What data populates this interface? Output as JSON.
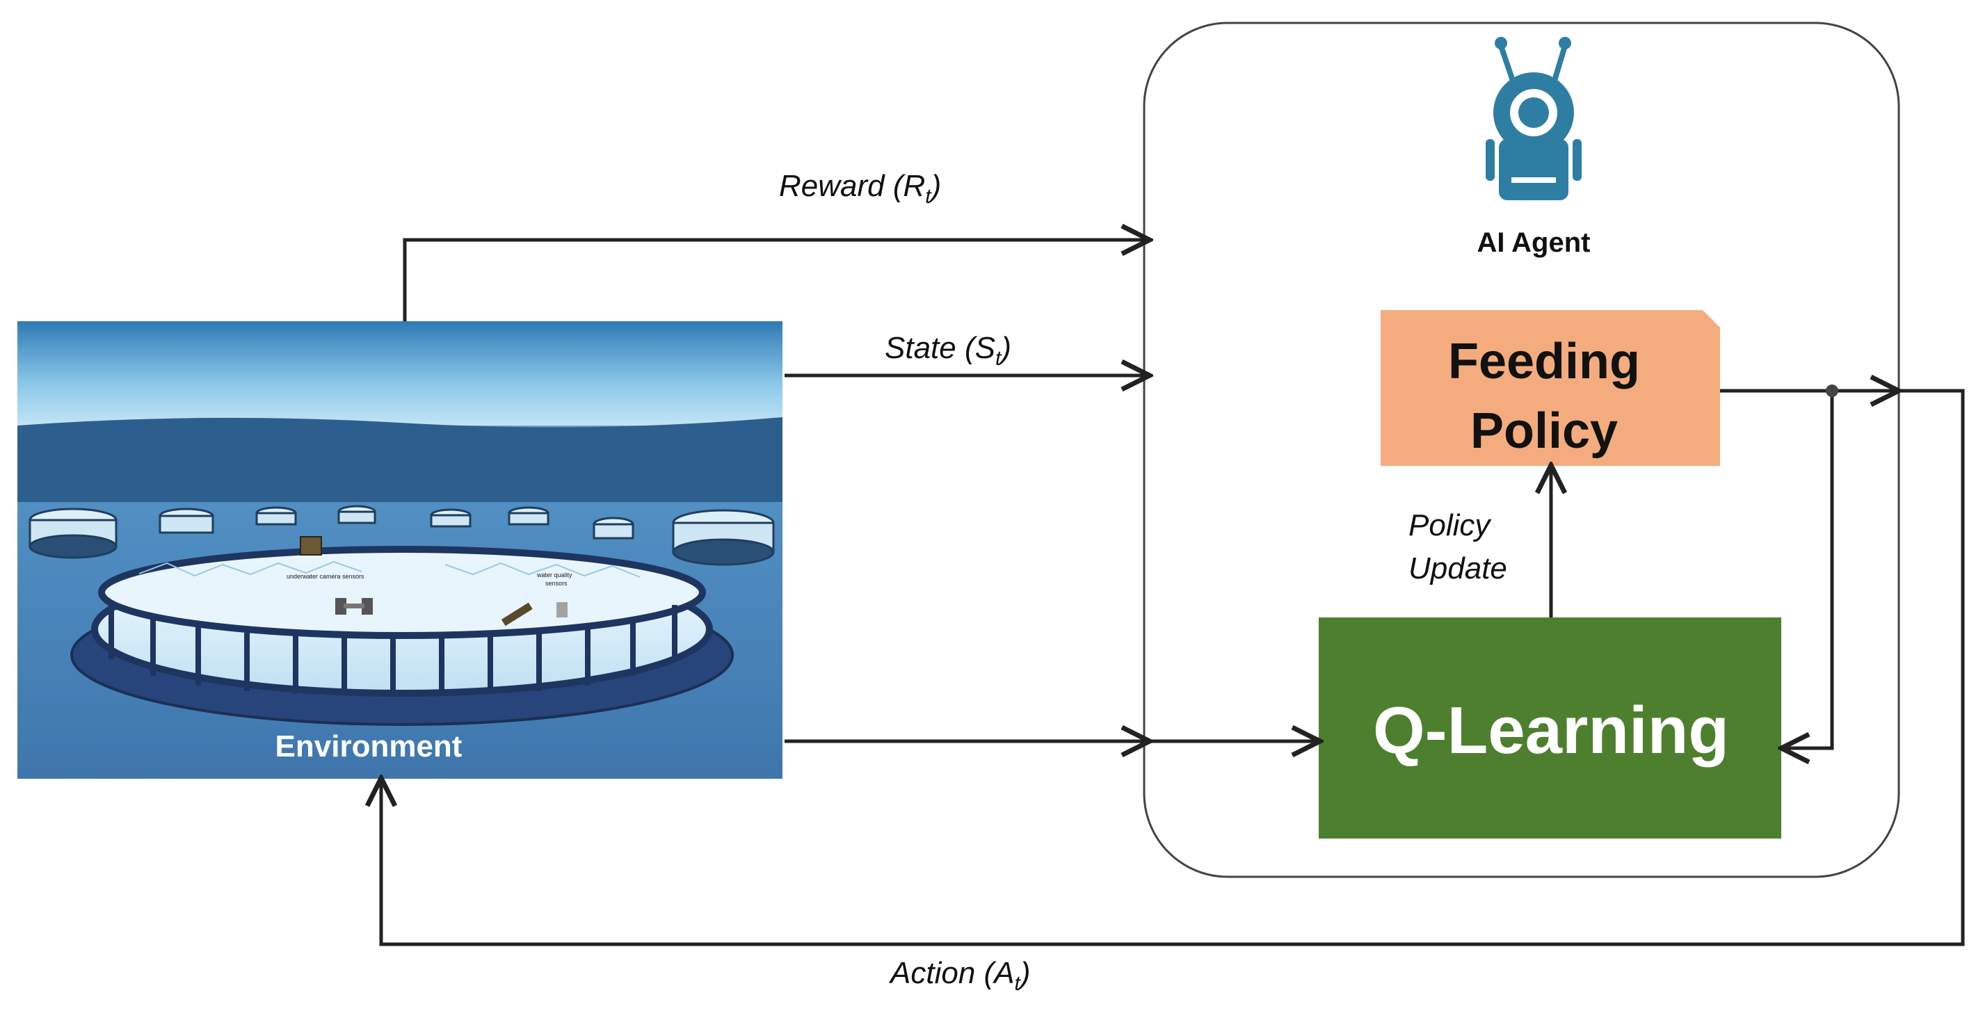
{
  "environment": {
    "label": "Environment",
    "sensor_left_label": "underwater camera sensors",
    "sensor_right_label_1": "water quality",
    "sensor_right_label_2": "sensors"
  },
  "agent": {
    "label": "AI Agent",
    "feeding_policy_line1": "Feeding",
    "feeding_policy_line2": "Policy",
    "q_learning": "Q-Learning"
  },
  "signals": {
    "reward_text": "Reward (R",
    "reward_sub": "t",
    "reward_close": ")",
    "state_text": "State (S",
    "state_sub": "t",
    "state_close": ")",
    "action_text": "Action (A",
    "action_sub": "t",
    "action_close": ")",
    "policy_update_line1": "Policy",
    "policy_update_line2": "Update"
  },
  "colors": {
    "feeding_policy_fill": "#F4AC7E",
    "q_learning_fill": "#4E7F2E",
    "robot_icon": "#2E7EA3",
    "sea_dark": "#2A5D8F",
    "sky_light": "#A9D6EE"
  }
}
